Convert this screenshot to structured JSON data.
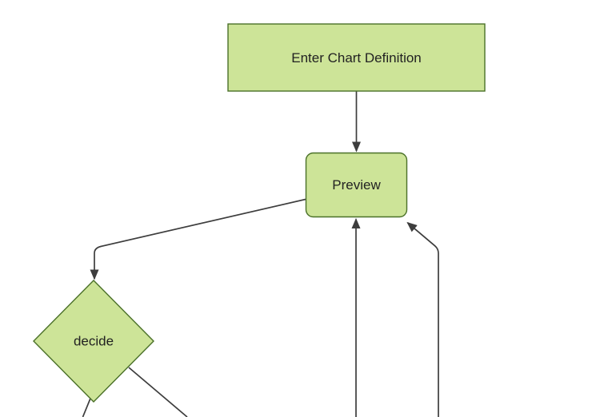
{
  "colors": {
    "background": "#ffffff",
    "node_fill": "#cde498",
    "node_stroke": "#4a7028",
    "edge_color": "#3d3d3d",
    "text_color": "#222222"
  },
  "diagram": {
    "type": "flowchart",
    "direction": "top-down",
    "nodes": {
      "enter_chart_definition": {
        "label": "Enter Chart Definition",
        "shape": "rectangle"
      },
      "preview": {
        "label": "Preview",
        "shape": "rounded-rectangle"
      },
      "decide": {
        "label": "decide",
        "shape": "diamond"
      }
    },
    "edges": [
      {
        "from": "enter_chart_definition",
        "to": "preview",
        "arrow": true
      },
      {
        "from": "preview",
        "to": "decide",
        "arrow": true
      },
      {
        "from": "offscreen-bottom",
        "to": "preview",
        "arrow": true
      },
      {
        "from": "offscreen-bottom-right",
        "to": "preview",
        "arrow": true
      },
      {
        "from": "decide",
        "to": "offscreen-bottom-left",
        "arrow": false
      },
      {
        "from": "decide",
        "to": "offscreen-bottom-right",
        "arrow": false
      }
    ]
  }
}
